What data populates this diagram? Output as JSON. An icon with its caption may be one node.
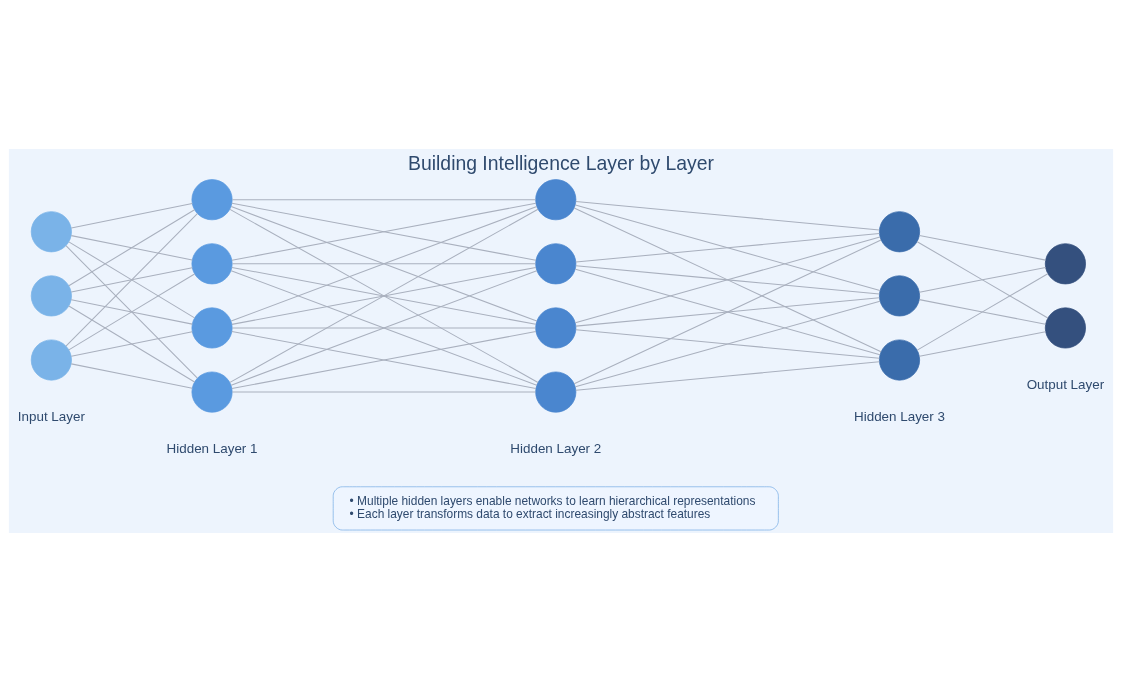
{
  "diagram": {
    "title": "Building Intelligence Layer by Layer",
    "nodes": [
      {
        "text": [],
        "shape": "circle"
      },
      {
        "text": [],
        "shape": "circle"
      },
      {
        "text": [],
        "shape": "circle"
      },
      {
        "text": [],
        "shape": "circle"
      },
      {
        "text": [],
        "shape": "circle"
      },
      {
        "text": [],
        "shape": "circle"
      },
      {
        "text": [],
        "shape": "circle"
      },
      {
        "text": [],
        "shape": "circle"
      },
      {
        "text": [],
        "shape": "circle"
      },
      {
        "text": [],
        "shape": "circle"
      },
      {
        "text": [],
        "shape": "circle"
      },
      {
        "text": [],
        "shape": "circle"
      },
      {
        "text": [],
        "shape": "circle"
      },
      {
        "text": [],
        "shape": "circle"
      },
      {
        "text": [],
        "shape": "circle"
      },
      {
        "text": [],
        "shape": "circle"
      },
      {
        "text": [
          "• Multiple hidden layers enable networks to learn hierarchical representations",
          "• Each layer transforms data to extract increasingly abstract features"
        ]
      }
    ],
    "edges": [
      {
        "from": 0,
        "to": 3,
        "arrow": "none"
      },
      {
        "from": 0,
        "to": 4,
        "arrow": "none"
      },
      {
        "from": 0,
        "to": 5,
        "arrow": "none"
      },
      {
        "from": 0,
        "to": 6,
        "arrow": "none"
      },
      {
        "from": 1,
        "to": 3,
        "arrow": "none"
      },
      {
        "from": 1,
        "to": 4,
        "arrow": "none"
      },
      {
        "from": 1,
        "to": 5,
        "arrow": "none"
      },
      {
        "from": 1,
        "to": 6,
        "arrow": "none"
      },
      {
        "from": 2,
        "to": 3,
        "arrow": "none"
      },
      {
        "from": 2,
        "to": 4,
        "arrow": "none"
      },
      {
        "from": 2,
        "to": 5,
        "arrow": "none"
      },
      {
        "from": 2,
        "to": 6,
        "arrow": "none"
      },
      {
        "from": 3,
        "to": 7,
        "arrow": "none"
      },
      {
        "from": 3,
        "to": 8,
        "arrow": "none"
      },
      {
        "from": 3,
        "to": 9,
        "arrow": "none"
      },
      {
        "from": 3,
        "to": 10,
        "arrow": "none"
      },
      {
        "from": 4,
        "to": 7,
        "arrow": "none"
      },
      {
        "from": 4,
        "to": 8,
        "arrow": "none"
      },
      {
        "from": 4,
        "to": 9,
        "arrow": "none"
      },
      {
        "from": 4,
        "to": 10,
        "arrow": "none"
      },
      {
        "from": 5,
        "to": 7,
        "arrow": "none"
      },
      {
        "from": 5,
        "to": 8,
        "arrow": "none"
      },
      {
        "from": 5,
        "to": 9,
        "arrow": "none"
      },
      {
        "from": 5,
        "to": 10,
        "arrow": "none"
      },
      {
        "from": 6,
        "to": 7,
        "arrow": "none"
      },
      {
        "from": 6,
        "to": 8,
        "arrow": "none"
      },
      {
        "from": 6,
        "to": 9,
        "arrow": "none"
      },
      {
        "from": 6,
        "to": 10,
        "arrow": "none"
      },
      {
        "from": 7,
        "to": 11,
        "arrow": "none"
      },
      {
        "from": 7,
        "to": 12,
        "arrow": "none"
      },
      {
        "from": 7,
        "to": 13,
        "arrow": "none"
      },
      {
        "from": 8,
        "to": 11,
        "arrow": "none"
      },
      {
        "from": 8,
        "to": 12,
        "arrow": "none"
      },
      {
        "from": 8,
        "to": 13,
        "arrow": "none"
      },
      {
        "from": 9,
        "to": 11,
        "arrow": "none"
      },
      {
        "from": 9,
        "to": 12,
        "arrow": "none"
      },
      {
        "from": 9,
        "to": 13,
        "arrow": "none"
      },
      {
        "from": 10,
        "to": 11,
        "arrow": "none"
      },
      {
        "from": 10,
        "to": 12,
        "arrow": "none"
      },
      {
        "from": 10,
        "to": 13,
        "arrow": "none"
      },
      {
        "from": 11,
        "to": 14,
        "arrow": "none"
      },
      {
        "from": 11,
        "to": 15,
        "arrow": "none"
      },
      {
        "from": 12,
        "to": 14,
        "arrow": "none"
      },
      {
        "from": 12,
        "to": 15,
        "arrow": "none"
      },
      {
        "from": 13,
        "to": 14,
        "arrow": "none"
      },
      {
        "from": 13,
        "to": 15,
        "arrow": "none"
      }
    ],
    "labels": [
      "Input Layer",
      "Hidden Layer 1",
      "Hidden Layer 2",
      "Hidden Layer 3",
      "Output Layer"
    ]
  }
}
